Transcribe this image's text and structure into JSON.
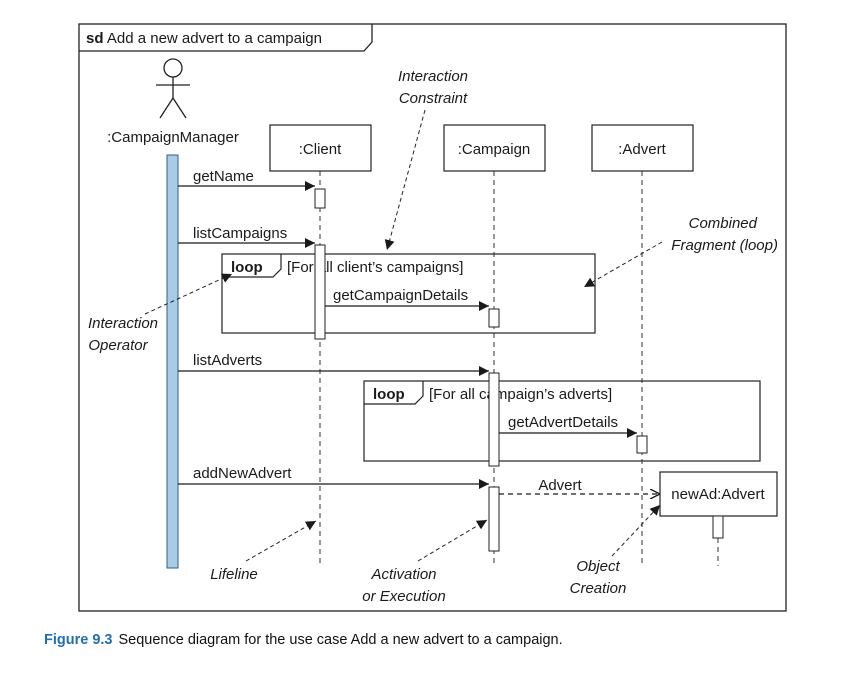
{
  "frame": {
    "keyword": "sd",
    "title": "Add a new advert to a campaign"
  },
  "actor": {
    "label": ":CampaignManager"
  },
  "lifelines": [
    ":Client",
    ":Campaign",
    ":Advert"
  ],
  "messages": {
    "get_name": "getName",
    "list_campaigns": "listCampaigns",
    "get_campaign_details": "getCampaignDetails",
    "list_adverts": "listAdverts",
    "get_advert_details": "getAdvertDetails",
    "add_new_advert": "addNewAdvert",
    "create_advert": "Advert"
  },
  "fragments": [
    {
      "operator": "loop",
      "guard": "[For all client’s campaigns]"
    },
    {
      "operator": "loop",
      "guard": "[For all campaign’s adverts]"
    }
  ],
  "new_object": {
    "label": "newAd:Advert"
  },
  "annotations": {
    "interaction_constraint": [
      "Interaction",
      "Constraint"
    ],
    "combined_fragment": [
      "Combined",
      "Fragment (loop)"
    ],
    "interaction_operator": [
      "Interaction",
      "Operator"
    ],
    "lifeline": "Lifeline",
    "activation": [
      "Activation",
      "or Execution"
    ],
    "object_creation": [
      "Object",
      "Creation"
    ]
  },
  "caption": {
    "figure_number": "Figure 9.3",
    "text": "Sequence diagram for the use case Add a new advert to a campaign."
  },
  "colors": {
    "actor_activation": "#a8cbe6",
    "caption_accent": "#1f6fb5"
  }
}
